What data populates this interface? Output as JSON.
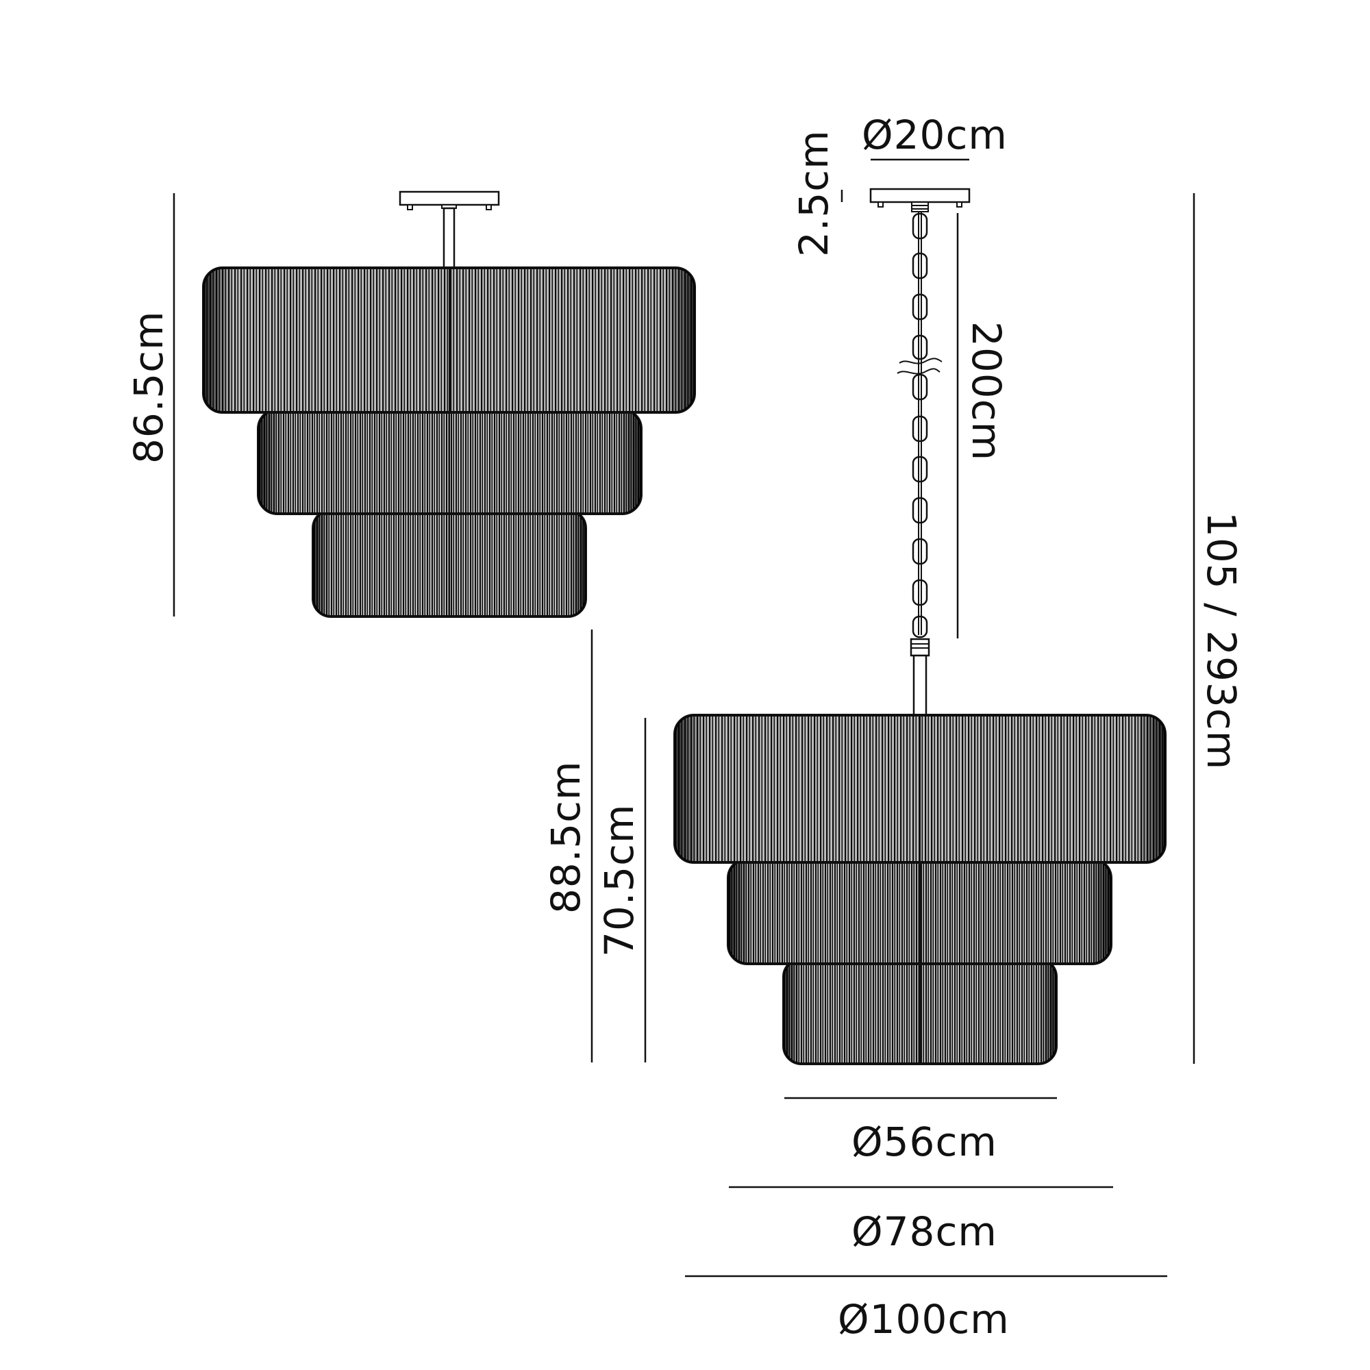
{
  "diagram": {
    "type": "product dimension drawing",
    "subject": "three-tier rod pendant / semi-flush chandelier",
    "colors": {
      "line": "#111111",
      "background": "#ffffff"
    }
  },
  "left_view": {
    "name": "semi-flush mount",
    "height_label": "86.5cm"
  },
  "right_view": {
    "name": "pendant on chain",
    "canopy_diameter_label": "Ø20cm",
    "canopy_height_label": "2.5cm",
    "chain_length_label": "200cm",
    "overall_height_label": "105 / 293cm",
    "body_height_label": "88.5cm",
    "shade_height_label": "70.5cm",
    "tier_diameters": [
      {
        "tier": "bottom",
        "label": "Ø56cm"
      },
      {
        "tier": "middle",
        "label": "Ø78cm"
      },
      {
        "tier": "top",
        "label": "Ø100cm"
      }
    ]
  }
}
